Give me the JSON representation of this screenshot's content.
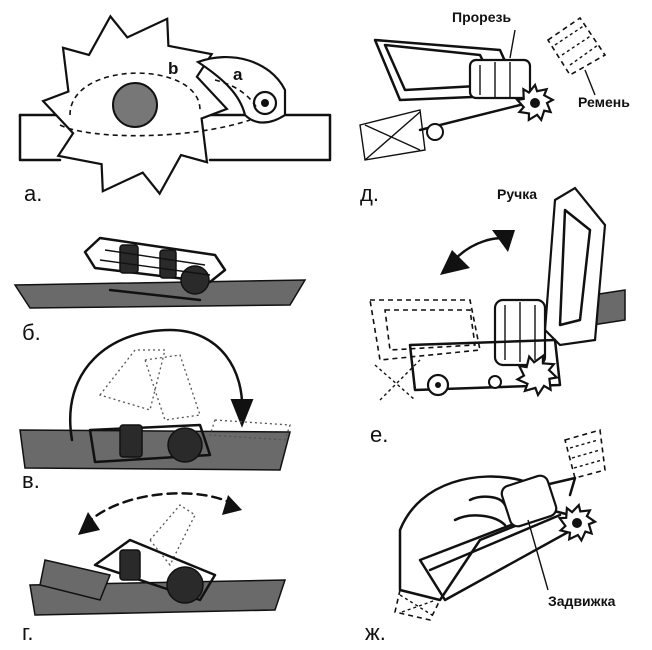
{
  "panels": {
    "a": {
      "letter": "а.",
      "gear_label": "b",
      "pawl_label": "a"
    },
    "b": {
      "letter": "б."
    },
    "v": {
      "letter": "в."
    },
    "g": {
      "letter": "г."
    },
    "d": {
      "letter": "д.",
      "slot_label": "Прорезь",
      "strap_label": "Ремень"
    },
    "e": {
      "letter": "е.",
      "handle_label": "Ручка"
    },
    "zh": {
      "letter": "ж.",
      "latch_label": "Задвижка"
    }
  },
  "colors": {
    "ink": "#111111",
    "strap": "#6a6a6a",
    "background": "#ffffff"
  }
}
